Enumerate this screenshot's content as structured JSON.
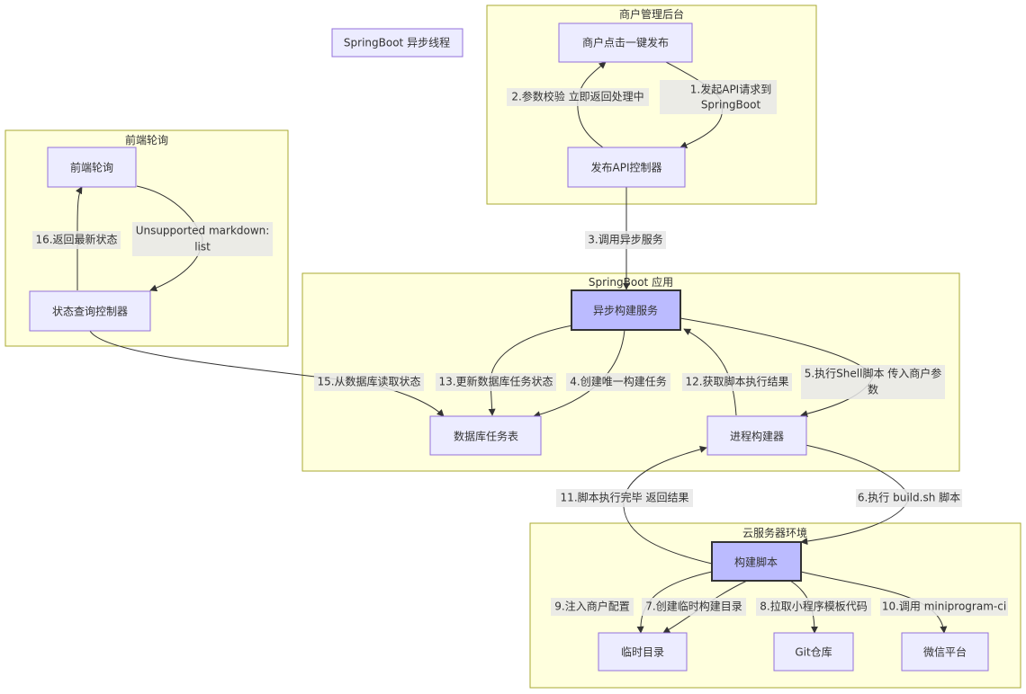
{
  "clusters": {
    "merchant": "商户管理后台",
    "frontend": "前端轮询",
    "springboot": "SpringBoot 应用",
    "cloud": "云服务器环境"
  },
  "nodes": {
    "legend": "SpringBoot 异步线程",
    "merchant_click": "商户点击一键发布",
    "publish_api": "发布API控制器",
    "frontend_poll": "前端轮询",
    "status_controller": "状态查询控制器",
    "async_service": "异步构建服务",
    "db_table": "数据库任务表",
    "process_builder": "进程构建器",
    "build_script": "构建脚本",
    "temp_dir": "临时目录",
    "git_repo": "Git仓库",
    "wechat": "微信平台"
  },
  "edges": {
    "e1_line1": "1.发起API请求到",
    "e1_line2": "SpringBoot",
    "e2": "2.参数校验 立即返回处理中",
    "e3": "3.调用异步服务",
    "e4": "4.创建唯一构建任务",
    "e5_line1": "5.执行Shell脚本 传入商户参",
    "e5_line2": "数",
    "e6": "6.执行 build.sh 脚本",
    "e7": "7.创建临时构建目录",
    "e8": "8.拉取小程序模板代码",
    "e9": "9.注入商户配置",
    "e10": "10.调用 miniprogram-ci",
    "e11": "11.脚本执行完毕 返回结果",
    "e12": "12.获取脚本执行结果",
    "e13": "13.更新数据库任务状态",
    "e15": "15.从数据库读取状态",
    "e16": "16.返回最新状态",
    "unsupported_line1": "Unsupported markdown:",
    "unsupported_line2": "list"
  }
}
